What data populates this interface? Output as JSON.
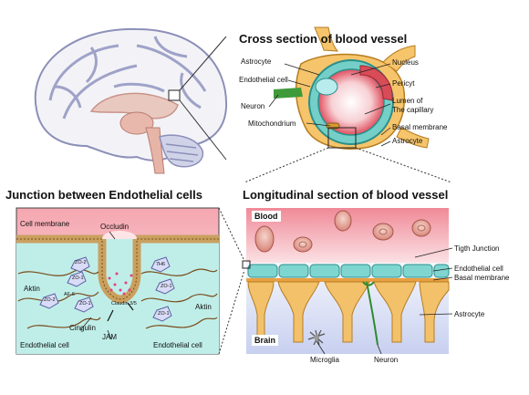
{
  "titles": {
    "cross": "Cross section of blood vessel",
    "junction": "Junction between Endothelial cells",
    "longitudinal": "Longitudinal section of blood vessel"
  },
  "cross_labels": {
    "astrocyte_top": "Astrocyte",
    "endothelial": "Endothelial cell",
    "neuron": "Neuron",
    "mitochondrium": "Mitochondrium",
    "nucleus": "Nucleus",
    "pericyt": "Pericyt",
    "lumen1": "Lumen of",
    "lumen2": "The capillary",
    "basal": "Basal membrane",
    "astrocyte_bottom": "Astrocyte"
  },
  "junction_labels": {
    "cell_membrane": "Cell membrane",
    "occludin": "Occludin",
    "zo2_a": "ZO-2",
    "zo1_a": "ZO-1",
    "zo2_b": "ZO-2",
    "aktin_left": "Aktin",
    "af6": "AF-6",
    "zo1_b": "ZO-1",
    "cingulin": "Cingulin",
    "endothelial_left": "Endothelial cell",
    "jam": "JAM",
    "claudin": "Claudin 3/5",
    "seven_h6": "7H6",
    "zo1_c": "ZO-1",
    "zo1_d": "ZO-1",
    "aktin_right": "Aktin",
    "endothelial_right": "Endothelial cell"
  },
  "long_labels": {
    "blood": "Blood",
    "brain": "Brain",
    "tight": "Tigth Junction",
    "endothelial": "Endothelial cell",
    "basal": "Basal membrane",
    "astrocyte": "Astrocyte",
    "microglia": "Microglia",
    "neuron": "Neuron"
  },
  "colors": {
    "blood_red": "#e8a3a8",
    "endothelial": "#7fd6d0",
    "astrocyte": "#f2c16a",
    "brain_bg": "#e6eaf7"
  }
}
